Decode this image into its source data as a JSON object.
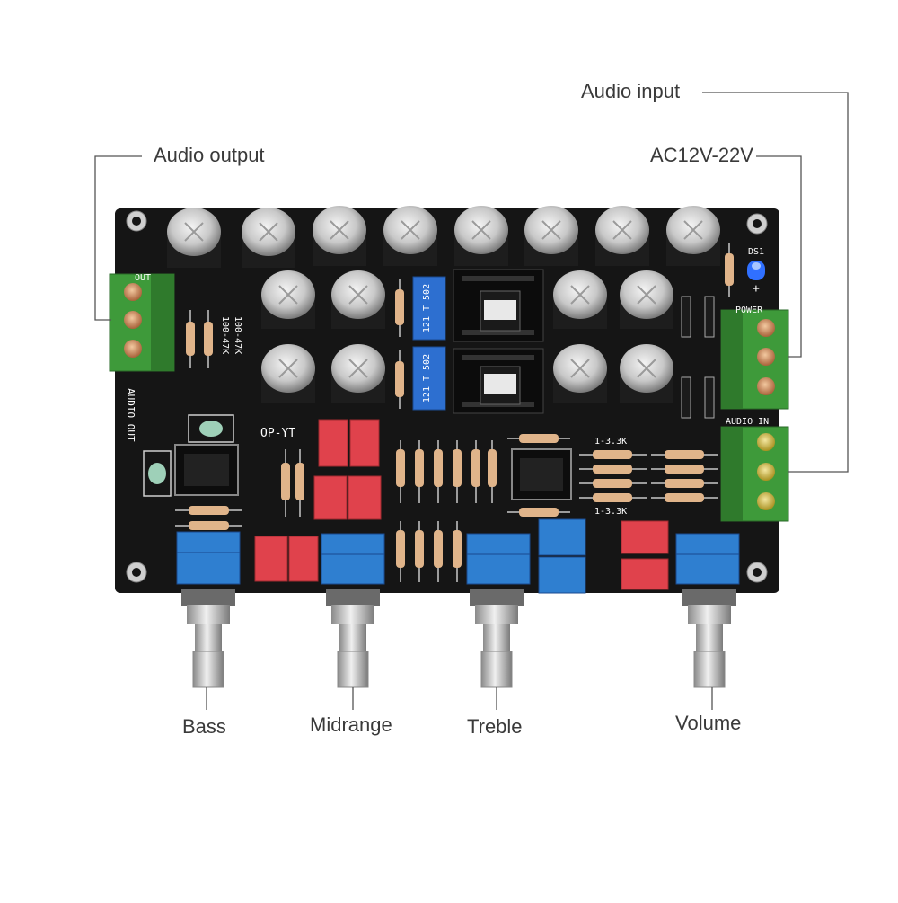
{
  "callouts": {
    "audio_output": "Audio output",
    "audio_input": "Audio input",
    "power_input": "AC12V-22V",
    "bass": "Bass",
    "midrange": "Midrange",
    "treble": "Treble",
    "volume": "Volume"
  },
  "board": {
    "silk_out": "OUT",
    "silk_audio_out": "AUDIO OUT",
    "silk_op": "OP-YT",
    "silk_power": "POWER",
    "silk_audio_in": "AUDIO IN",
    "silk_ds1": "DS1",
    "silk_plus": "+",
    "silk_res_range_top": "1-3.3K",
    "silk_res_range_bottom": "1-3.3K",
    "silk_res_a": "100-47K",
    "silk_res_b": "100-47K",
    "trimmer_code_a": "121 T 502",
    "trimmer_code_b": "121 T 502"
  },
  "colors": {
    "pcb": "#151515",
    "terminal": "#3e9a3a",
    "potentiometer": "#2f7fd0",
    "film_cap": "#e0424c",
    "led": "#3070ff",
    "leader_line": "#555555"
  }
}
